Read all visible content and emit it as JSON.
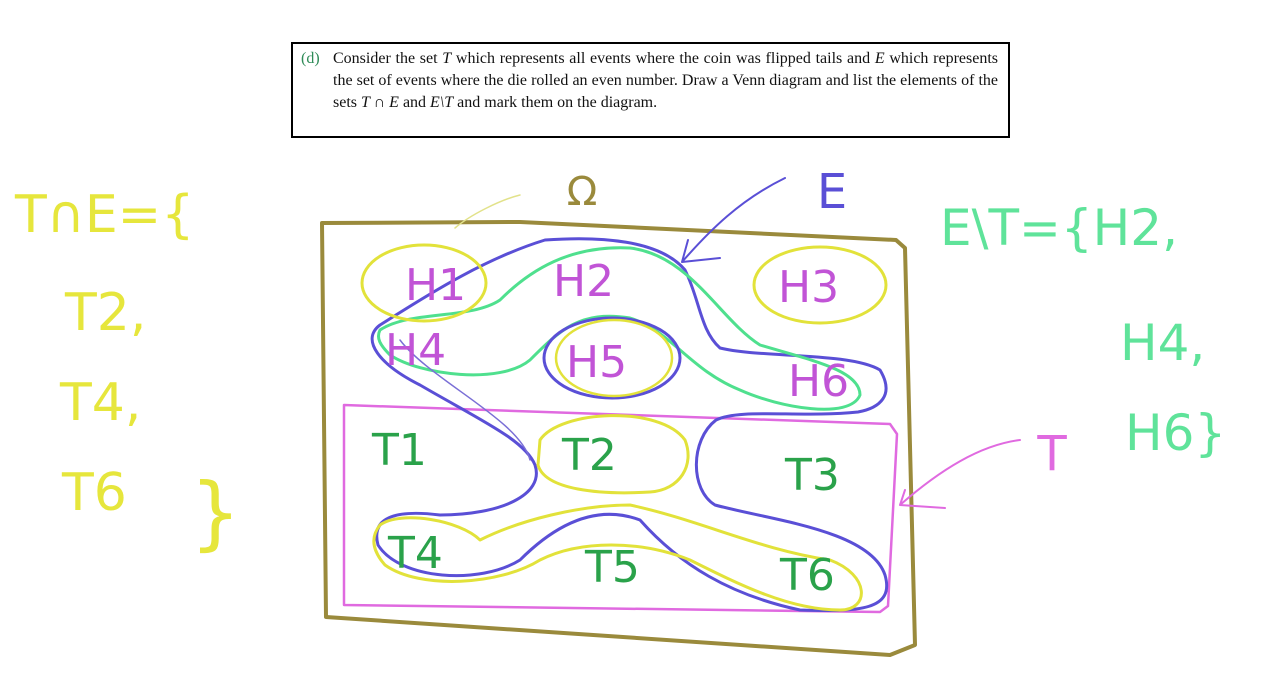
{
  "problem": {
    "label": "(d)",
    "text_1": "Consider the set ",
    "T": "T",
    "text_2": " which represents all events where the coin was flipped tails and ",
    "E": "E",
    "text_3": " which represents the set of events where the die rolled an even number. Draw a Venn diagram and list the elements of the sets ",
    "T_cap_E": "T ∩ E",
    "text_4": " and ",
    "E_minus_T": "E\\T",
    "text_5": " and mark them on the diagram."
  },
  "diagram": {
    "universe_label": "Ω",
    "set_E_label": "E",
    "set_T_label": "T",
    "outcomes": {
      "H1": "H1",
      "H2": "H2",
      "H3": "H3",
      "H4": "H4",
      "H5": "H5",
      "H6": "H6",
      "T1": "T1",
      "T2": "T2",
      "T3": "T3",
      "T4": "T4",
      "T5": "T5",
      "T6": "T6"
    }
  },
  "answers": {
    "intersection": {
      "header": "T∩E={",
      "items": [
        "T2,",
        "T4,",
        "T6"
      ],
      "close": "}"
    },
    "difference": {
      "header": "E\\T={H2,",
      "items": [
        "H4,",
        "H6}"
      ]
    }
  },
  "colors": {
    "frame": "#9a8a3c",
    "set_E": "#5a4fd6",
    "set_T": "#e06ae0",
    "highlight": "#e2e23a",
    "outcomes_H": "#c154d6",
    "outcomes_T": "#2aa24a",
    "answer_left": "#e6e63c",
    "answer_right": "#5fe39a",
    "omega": "#9a8a3c"
  }
}
